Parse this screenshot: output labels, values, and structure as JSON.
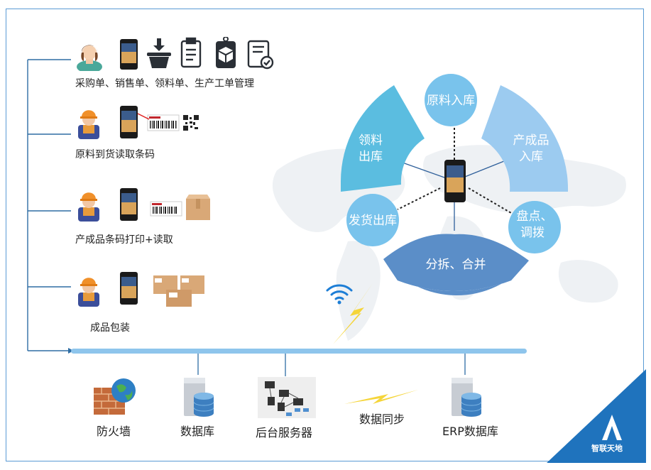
{
  "rows": [
    {
      "label": "采购单、销售单、领料单、生产工单管理"
    },
    {
      "label": "原料到货读取条码"
    },
    {
      "label": "产成品条码打印+读取"
    },
    {
      "label": "成品包装"
    }
  ],
  "cycle": {
    "raw_in": "原料入库",
    "pick_out_1": "领料",
    "pick_out_2": "出库",
    "product_in_1": "产成品",
    "product_in_2": "入库",
    "ship_out": "发货出库",
    "inventory_1": "盘点、",
    "inventory_2": "调拨",
    "split_merge": "分拆、合并"
  },
  "bottom": {
    "firewall": "防火墙",
    "database": "数据库",
    "server": "后台服务器",
    "sync": "数据同步",
    "erp": "ERP数据库"
  },
  "logo": {
    "text": "智联天地"
  },
  "colors": {
    "line": "#2e6da4",
    "bus": "#8ec5ec",
    "cyan": "#5bbde0",
    "lightblue": "#9ccbf0",
    "bubble": "#79c3ec",
    "navy": "#5b8ec8"
  }
}
